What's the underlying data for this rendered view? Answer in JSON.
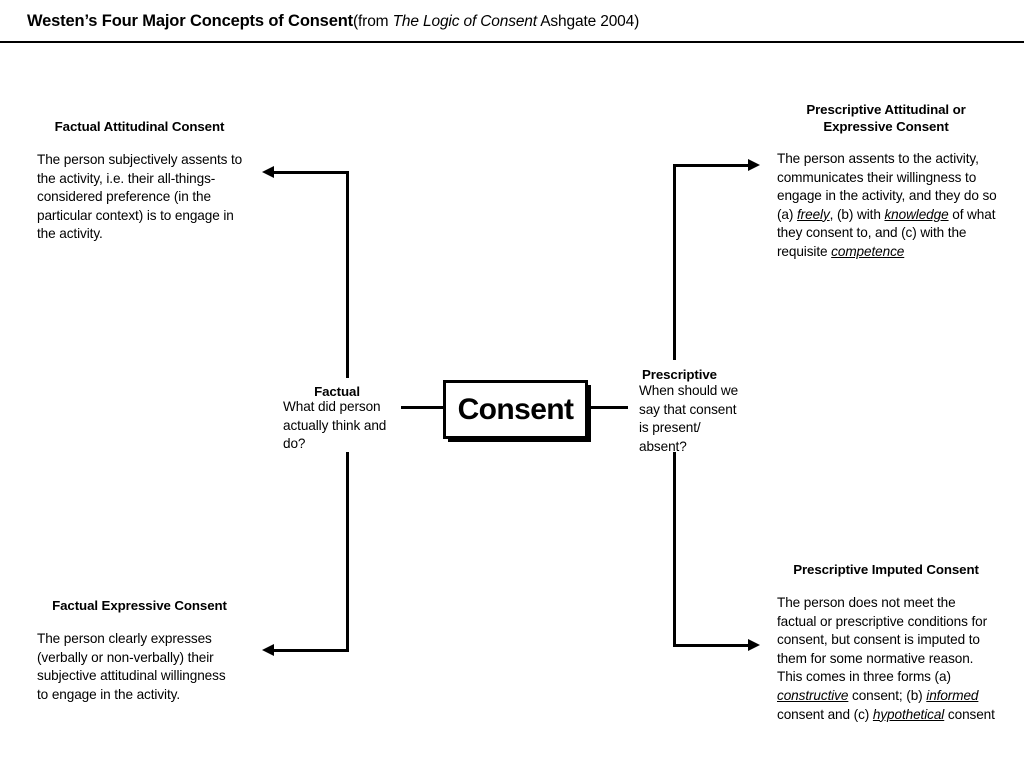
{
  "header": {
    "title_main": "Westen’s Four Major Concepts of Consent",
    "title_paren_open": "(from ",
    "title_italic": "The Logic of Consent",
    "title_paren_close": " Ashgate 2004)"
  },
  "center": {
    "box_label": "Consent"
  },
  "branches": {
    "left": {
      "label": "Factual",
      "question": "What did person actually think and do?"
    },
    "right": {
      "label": "Prescriptive",
      "question": "When should we say that consent is present/ absent?"
    }
  },
  "nodes": {
    "factual_attitudinal": {
      "heading": "Factual Attitudinal Consent",
      "body": "The person subjectively assents to the activity, i.e. their all-things-considered preference (in the particular context) is to engage in the activity."
    },
    "factual_expressive": {
      "heading": "Factual Expressive Consent",
      "body": "The person clearly expresses (verbally or non-verbally) their subjective attitudinal willingness to engage in the activity."
    },
    "prescriptive_attitudinal": {
      "heading_line1": "Prescriptive Attitudinal or",
      "heading_line2": "Expressive Consent",
      "body_part1": "The person assents to the activity, communicates their willingness to engage in the activity, and they do so (a) ",
      "body_em1": "freely",
      "body_part2": ", (b) with ",
      "body_em2": "knowledge",
      "body_part3": " of what they consent to, and (c) with the requisite ",
      "body_em3": "competence"
    },
    "prescriptive_imputed": {
      "heading": "Prescriptive Imputed Consent",
      "body_part1": "The person does not meet the factual or prescriptive conditions for consent, but consent is imputed to them for some normative reason. This comes in three forms (a) ",
      "body_em1": "constructive",
      "body_part2": " consent; (b) ",
      "body_em2": "informed",
      "body_part3": " consent and (c) ",
      "body_em3": "hypothetical",
      "body_part4": " consent"
    }
  },
  "colors": {
    "ink": "#000000",
    "paper": "#ffffff"
  }
}
